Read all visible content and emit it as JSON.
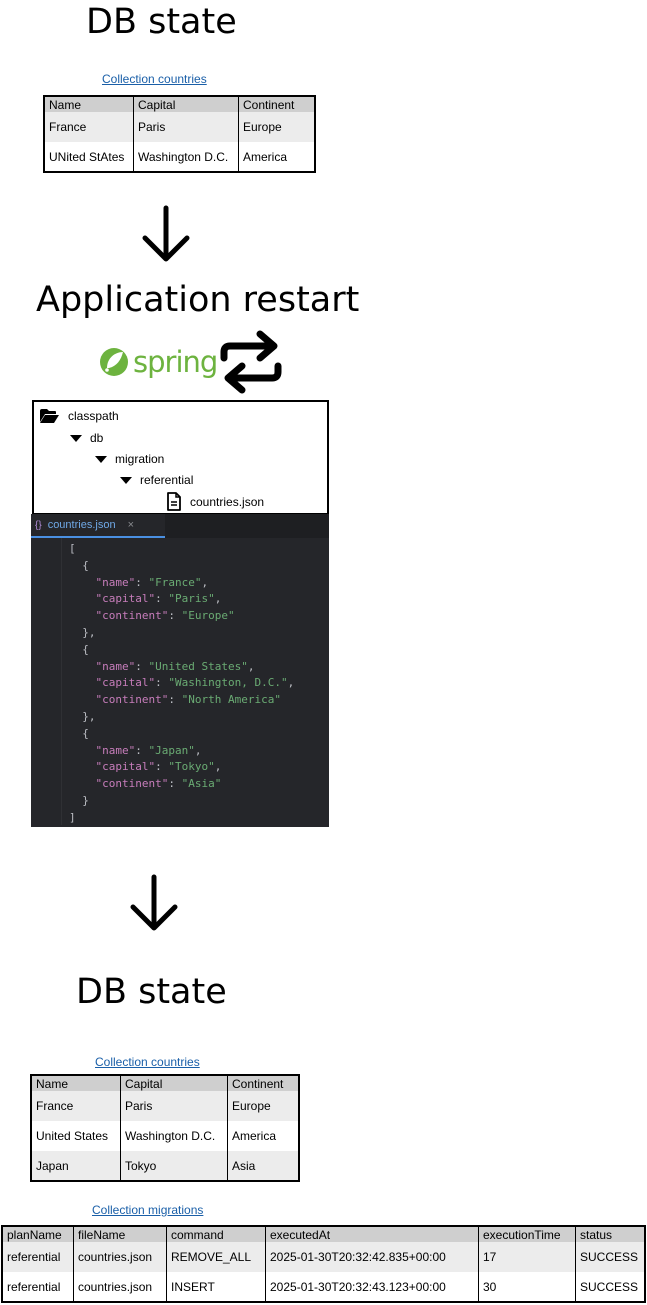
{
  "top": {
    "heading": "DB state",
    "collection_link": "Collection countries",
    "table": {
      "headers": [
        "Name",
        "Capital",
        "Continent"
      ],
      "rows": [
        [
          "France",
          "Paris",
          "Europe"
        ],
        [
          "UNited StAtes",
          "Washington D.C.",
          "America"
        ]
      ]
    }
  },
  "middle": {
    "heading": "Application restart",
    "spring_logo": "spring",
    "tree": {
      "root": "classpath",
      "db": "db",
      "migration": "migration",
      "referential": "referential",
      "file": "countries.json"
    },
    "editor": {
      "tab_label": "countries.json",
      "tab_prefix": "{}",
      "tab_close": "×",
      "lines": [
        "[",
        "  {",
        "    \"name\": \"France\",",
        "    \"capital\": \"Paris\",",
        "    \"continent\": \"Europe\"",
        "  },",
        "  {",
        "    \"name\": \"United States\",",
        "    \"capital\": \"Washington, D.C.\",",
        "    \"continent\": \"North America\"",
        "  },",
        "  {",
        "    \"name\": \"Japan\",",
        "    \"capital\": \"Tokyo\",",
        "    \"continent\": \"Asia\"",
        "  }",
        "]"
      ]
    }
  },
  "bottom": {
    "heading": "DB state",
    "countries_link": "Collection countries",
    "countries_table": {
      "headers": [
        "Name",
        "Capital",
        "Continent"
      ],
      "rows": [
        [
          "France",
          "Paris",
          "Europe"
        ],
        [
          "United States",
          "Washington D.C.",
          "America"
        ],
        [
          "Japan",
          "Tokyo",
          "Asia"
        ]
      ]
    },
    "migrations_link": "Collection migrations",
    "migrations_table": {
      "headers": [
        "planName",
        "fileName",
        "command",
        "executedAt",
        "executionTime",
        "status"
      ],
      "rows": [
        [
          "referential",
          "countries.json",
          "REMOVE_ALL",
          "2025-01-30T20:32:42.835+00:00",
          "17",
          "SUCCESS"
        ],
        [
          "referential",
          "countries.json",
          "INSERT",
          "2025-01-30T20:32:43.123+00:00",
          "30",
          "SUCCESS"
        ]
      ]
    }
  },
  "colors": {
    "spring_green": "#6db33f",
    "link_blue": "#1a5fa8",
    "editor_bg": "#25262a",
    "json_key": "#c77dbb",
    "json_string": "#6aab73"
  },
  "icons": [
    "arrow-down-icon",
    "sync-icon",
    "spring-leaf-icon",
    "folder-open-icon",
    "caret-down-icon",
    "file-icon"
  ]
}
